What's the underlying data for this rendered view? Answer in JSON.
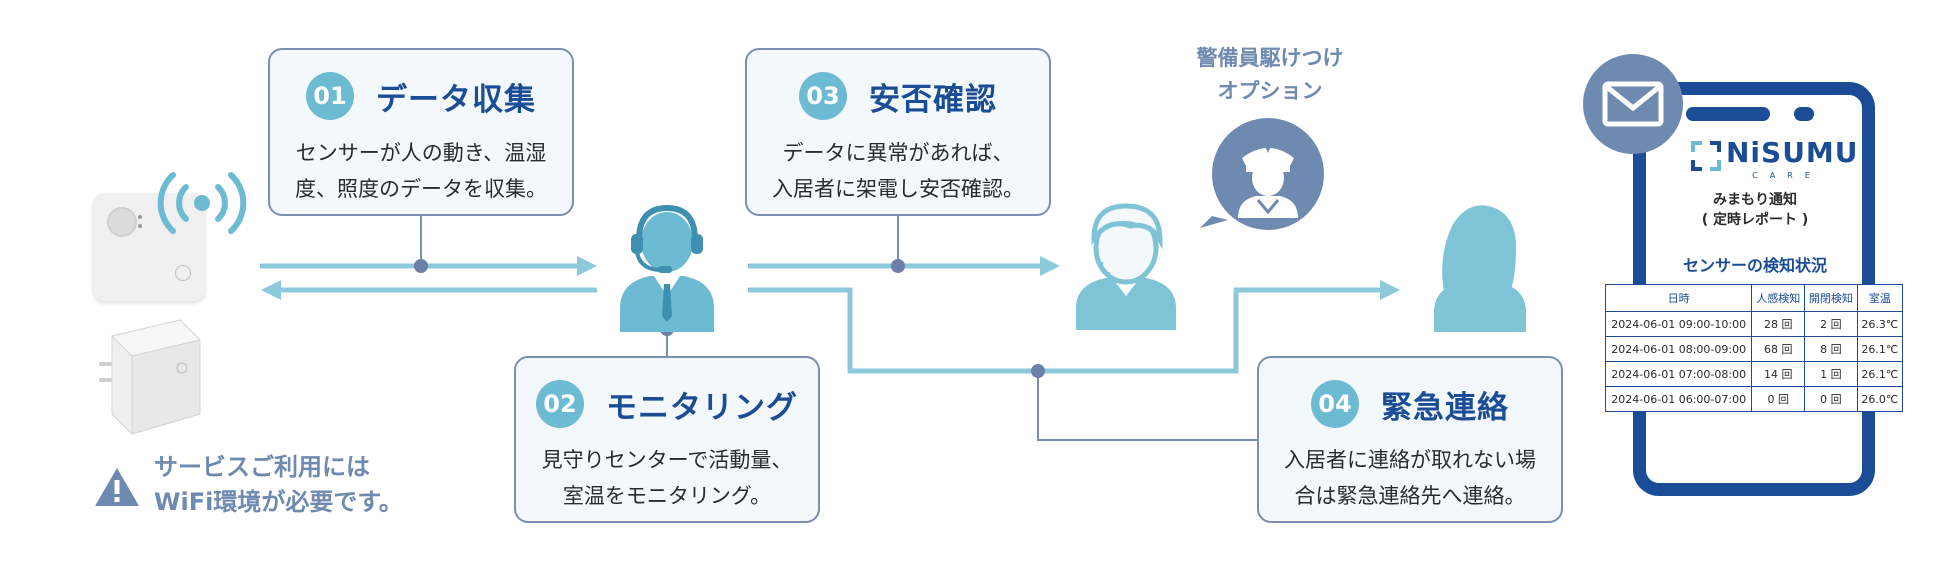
{
  "steps": [
    {
      "num": "01",
      "title": "データ収集",
      "lines": [
        "センサーが人の動き、温湿",
        "度、照度のデータを収集。"
      ]
    },
    {
      "num": "02",
      "title": "モニタリング",
      "lines": [
        "見守りセンターで活動量、",
        "室温をモニタリング。"
      ]
    },
    {
      "num": "03",
      "title": "安否確認",
      "lines": [
        "データに異常があれば、",
        "入居者に架電し安否確認。"
      ]
    },
    {
      "num": "04",
      "title": "緊急連絡",
      "lines": [
        "入居者に連絡が取れない場",
        "合は緊急連絡先へ連絡。"
      ]
    }
  ],
  "wifi_notice": [
    "サービスご利用には",
    "WiFi環境が必要です。"
  ],
  "guard_option": [
    "警備員駆けつけ",
    "オプション"
  ],
  "phone": {
    "brand": "NiSUMU",
    "brand_sub": "CARE",
    "notice_title": [
      "みまもり通知",
      "( 定時レポート )"
    ],
    "report_title": "センサーの検知状況",
    "columns": [
      "日時",
      "人感検知",
      "開閉検知",
      "室温"
    ],
    "rows": [
      [
        "2024-06-01 09:00-10:00",
        "28 回",
        "2 回",
        "26.3℃"
      ],
      [
        "2024-06-01 08:00-09:00",
        "68 回",
        "8 回",
        "26.1℃"
      ],
      [
        "2024-06-01 07:00-08:00",
        "14 回",
        "1 回",
        "26.1℃"
      ],
      [
        "2024-06-01 06:00-07:00",
        "0 回",
        "0 回",
        "26.0℃"
      ]
    ]
  },
  "colors": {
    "accent": "#6dbad3",
    "navy": "#1b4c96",
    "slate": "#7a8fb1",
    "line": "#8ccadb"
  }
}
